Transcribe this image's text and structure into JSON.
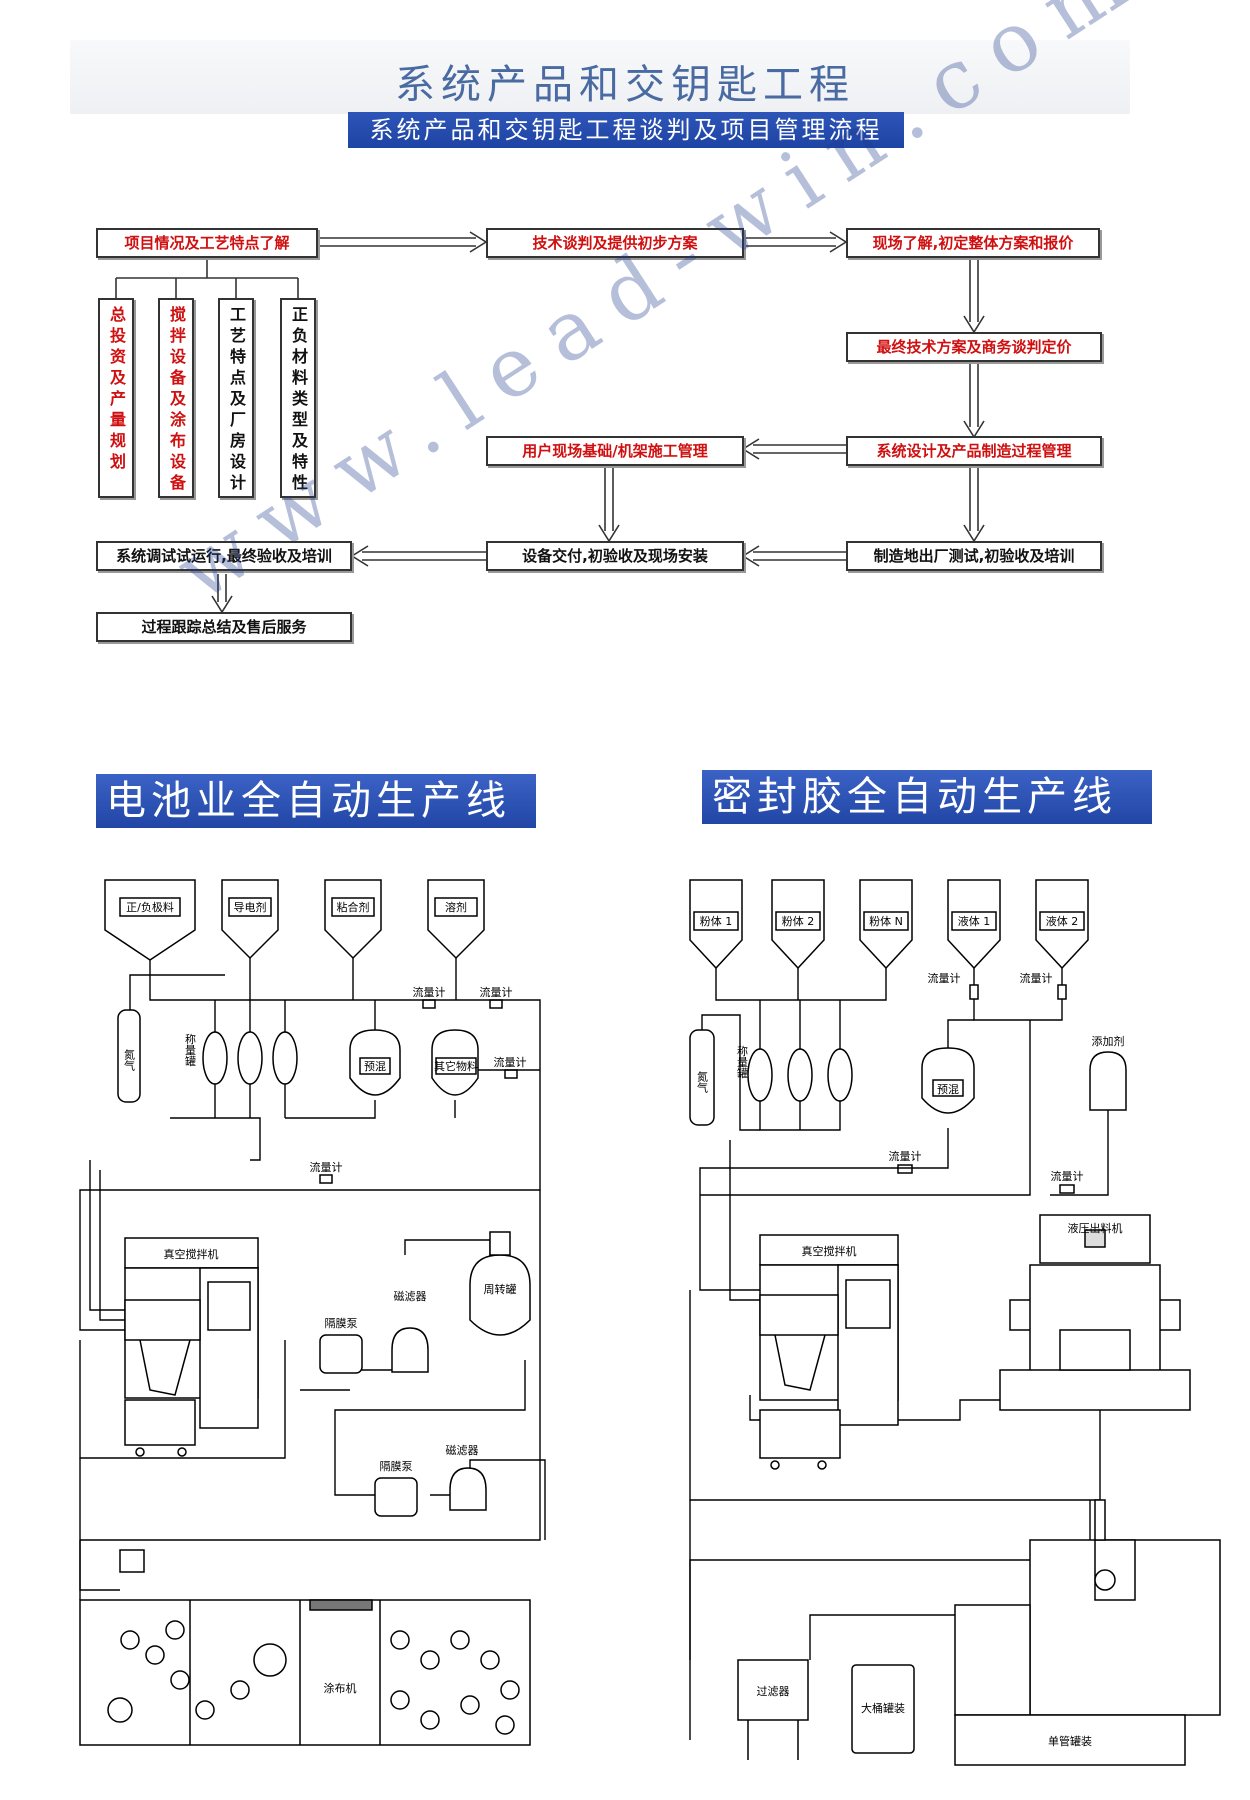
{
  "header": {
    "title": "系统产品和交钥匙工程",
    "subtitle": "系统产品和交钥匙工程谈判及项目管理流程"
  },
  "flow": {
    "b1": "项目情况及工艺特点了解",
    "b2": "技术谈判及提供初步方案",
    "b3": "现场了解,初定整体方案和报价",
    "b4": "最终技术方案及商务谈判定价",
    "b5": "系统设计及产品制造过程管理",
    "b6": "用户现场基础/机架施工管理",
    "b7": "制造地出厂测试,初验收及培训",
    "b8": "设备交付,初验收及现场安装",
    "b9": "系统调试试运行,最终验收及培训",
    "b10": "过程跟踪总结及售后服务",
    "v1": "总投资及产量规划",
    "v2": "搅拌设备及涂布设备",
    "v3": "工艺特点及厂房设计",
    "v4": "正负材料类型及特性"
  },
  "sections": {
    "battery_title": "电池业全自动生产线",
    "sealant_title": "密封胶全自动生产线"
  },
  "battery": {
    "tank1": "正/负极料",
    "tank2": "导电剂",
    "tank3": "粘合剂",
    "tank4": "溶剂",
    "n2": "氮气",
    "weigh": "称量罐",
    "flowmeter": "流量计",
    "premix": "预混",
    "other": "其它物料",
    "vacuum_mixer": "真空搅拌机",
    "diaphragm_pump": "隔膜泵",
    "magnetic_filter": "磁滤器",
    "transfer_tank": "周转罐",
    "coater": "涂布机"
  },
  "sealant": {
    "tank1": "粉体 1",
    "tank2": "粉体 2",
    "tank3": "粉体 N",
    "tank4": "液体 1",
    "tank5": "液体 2",
    "n2": "氮气",
    "weigh": "称量罐",
    "flowmeter": "流量计",
    "premix": "预混",
    "additive": "添加剂",
    "vacuum_mixer": "真空搅拌机",
    "press": "液压出料机",
    "filter": "过滤器",
    "barrel": "大桶罐装",
    "tube": "单管罐装"
  },
  "watermark": "www.lead-win.com"
}
